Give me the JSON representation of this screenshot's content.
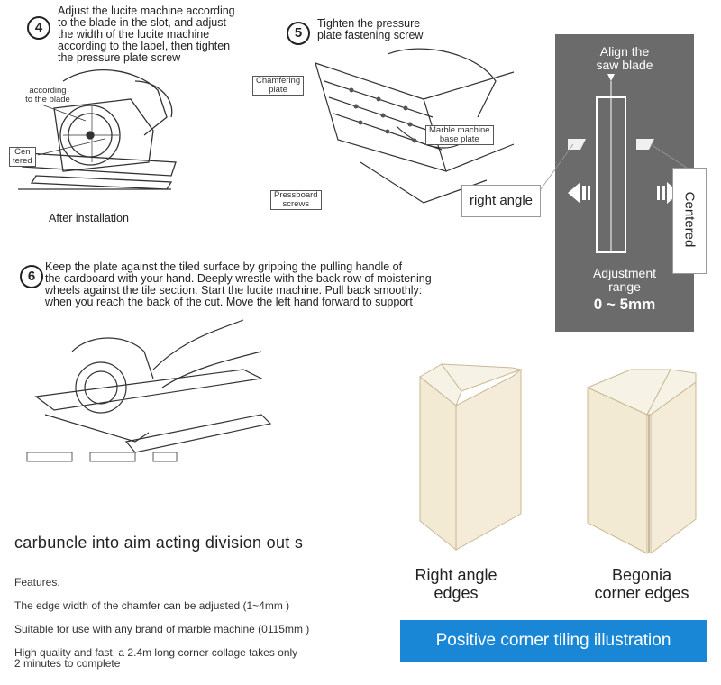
{
  "step4": {
    "number": "4",
    "text": "Adjust the lucite machine according\nto the blade in the slot, and adjust\nthe width of the lucite machine\naccording to the label, then tighten\nthe pressure plate screw",
    "label_according": "according\nto the blade",
    "label_centered": "Cen\ntered",
    "caption": "After installation"
  },
  "step5": {
    "number": "5",
    "text": "Tighten the pressure\nplate fastening screw",
    "label_chamfering": "Chamfering\nplate",
    "label_base": "Marble machine\nbase plate",
    "label_pressboard": "Pressboard\nscrews"
  },
  "diagram": {
    "align_label": "Align the\nsaw blade",
    "right_angle": "right angle",
    "centered": "Centered",
    "adjust_label": "Adjustment\nrange",
    "range": "0 ~ 5mm"
  },
  "step6": {
    "number": "6",
    "text": "Keep the plate against the tiled surface by gripping the pulling handle of\nthe cardboard with your hand. Deeply wrestle with the back row of moistening\nwheels against the tile section. Start the lucite machine. Pull back smoothly:\nwhen you reach the back of the cut. Move the left hand forward to support"
  },
  "features": {
    "title": "carbuncle into aim acting division out s",
    "heading": "Features.",
    "items": [
      "The edge width of the chamfer can be adjusted (1~4mm )",
      "Suitable for use with any brand of marble machine (0115mm )",
      "High quality and fast, a 2.4m long corner collage takes only\n2 minutes to complete"
    ]
  },
  "corners": {
    "right_label": "Right angle\nedges",
    "begonia_label": "Begonia\ncorner edges",
    "banner": "Positive corner tiling illustration"
  },
  "colors": {
    "panel": "#6b6b6b",
    "banner": "#1a86d6",
    "tile_face": "#f3ead3",
    "tile_edge": "#f7f2e6"
  }
}
